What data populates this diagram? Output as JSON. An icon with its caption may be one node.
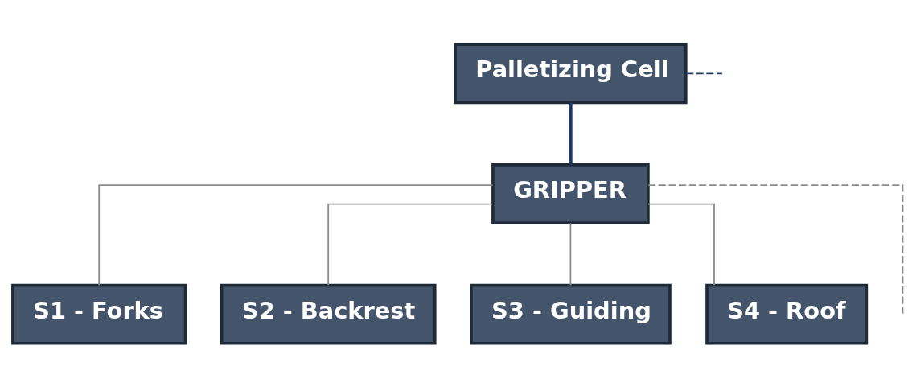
{
  "diagram": {
    "nodes": [
      {
        "text": [
          "Palletizing Cell"
        ]
      },
      {
        "text": [
          "GRIPPER"
        ]
      },
      {
        "text": [
          "S1 - Forks"
        ]
      },
      {
        "text": [
          "S2 - Backrest"
        ]
      },
      {
        "text": [
          "S3 - Guiding"
        ]
      },
      {
        "text": [
          "S4 - Roof"
        ]
      }
    ],
    "edges": [
      {
        "from": 0,
        "to": 1,
        "arrow": "none",
        "style": "thick",
        "color": "#1f3864"
      },
      {
        "from": 0,
        "to": null,
        "arrow": "none",
        "style": "dashed",
        "color": "#1f3864"
      },
      {
        "from": 1,
        "to": 2,
        "arrow": "none"
      },
      {
        "from": 1,
        "to": 3,
        "arrow": "none"
      },
      {
        "from": 1,
        "to": 4,
        "arrow": "none"
      },
      {
        "from": 1,
        "to": 5,
        "arrow": "none"
      },
      {
        "from": 1,
        "to": null,
        "arrow": "none",
        "style": "dashed"
      }
    ]
  }
}
